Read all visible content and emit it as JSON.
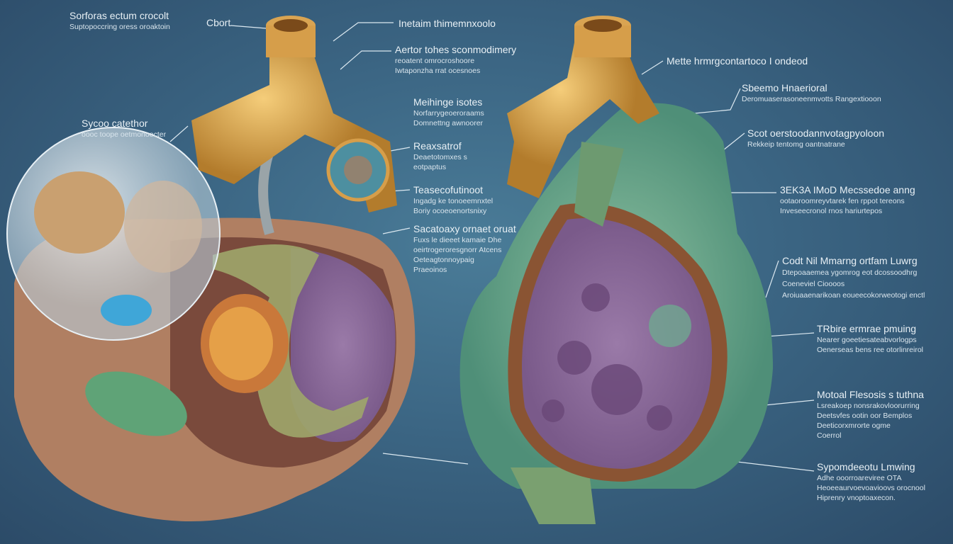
{
  "labels": [
    {
      "title": "Sorforas ectum crocolt",
      "lines": [
        "Suptopoccring oress oroaktoin"
      ]
    },
    {
      "title": "Cbort",
      "lines": []
    },
    {
      "title": "Inetaim thimemnxoolo",
      "lines": []
    },
    {
      "title": "Aertor tohes sconmodimery",
      "lines": [
        "reoatent omrocroshoore",
        "Iwtaponzha rrat ocesnoes"
      ]
    },
    {
      "title": "Meihinge isotes",
      "lines": [
        "Norfarrygeoeroraams",
        "Domnettng awnoorer"
      ]
    },
    {
      "title": "Reaxsatrof",
      "lines": [
        "Deaetotomxes s",
        "eotpaptus"
      ]
    },
    {
      "title": "Teasecofutinoot",
      "lines": [
        "Ingadg ke tonoeemnxtel",
        "Boriy ocoeoenortsnixy"
      ]
    },
    {
      "title": "Sacatoaxy ornaet oruat",
      "lines": [
        "Fuxs le dieeet kamaie Dhe",
        "oeirtrogeroresgnorr Atcens",
        "Oeteagtonnoypaig",
        "Praeoinos"
      ]
    },
    {
      "title": "Mette hrmrgcontartoco I ondeod",
      "lines": []
    },
    {
      "title": "Sbeemo Hnaerioral",
      "lines": [
        "Deromuaserasoneenmvotts Rangextiooon"
      ]
    },
    {
      "title": "Scot oerstoodannvotagpyoloon",
      "lines": [
        "Rekkeip tentomg oantnatrane"
      ]
    },
    {
      "title": "3EK3A IMoD Mecssedoe anng",
      "lines": [
        "ootaoroomreyvtarek fen rppot tereons",
        "Inveseecronol rnos hariurtepos"
      ]
    },
    {
      "title": "Codt Nil Mmarng ortfam Luwrg",
      "lines": [
        "Dtepoaaemea ygomrog eot dcossoodhrg",
        "Coeneviel Cioooos",
        "Aroiuaaenarikoan eoueecokorweotogi enctl"
      ]
    },
    {
      "title": "TRbire ermrae pmuing",
      "lines": [
        "Nearer goeetiesateabvorlogps",
        "Oenerseas bens ree otorlinreirol"
      ]
    },
    {
      "title": "Motoal Flesosis s tuthna",
      "lines": [
        "Lsreakoep nonsrakovloorurring",
        "Deetsvfes ootin oor Bemplos",
        "Deeticorxmrorte ogme",
        "Coerrol"
      ]
    },
    {
      "title": "Sypomdeeotu Lmwing",
      "lines": [
        "Adhe ooorroareviree OTA",
        "Heoeeaurvoevoavioovs orocnool",
        "Hiprenry vnoptoaxecon."
      ]
    },
    {
      "title": "Sycoo catethor",
      "lines": [
        "oooc toope oetmonoecter"
      ]
    }
  ]
}
